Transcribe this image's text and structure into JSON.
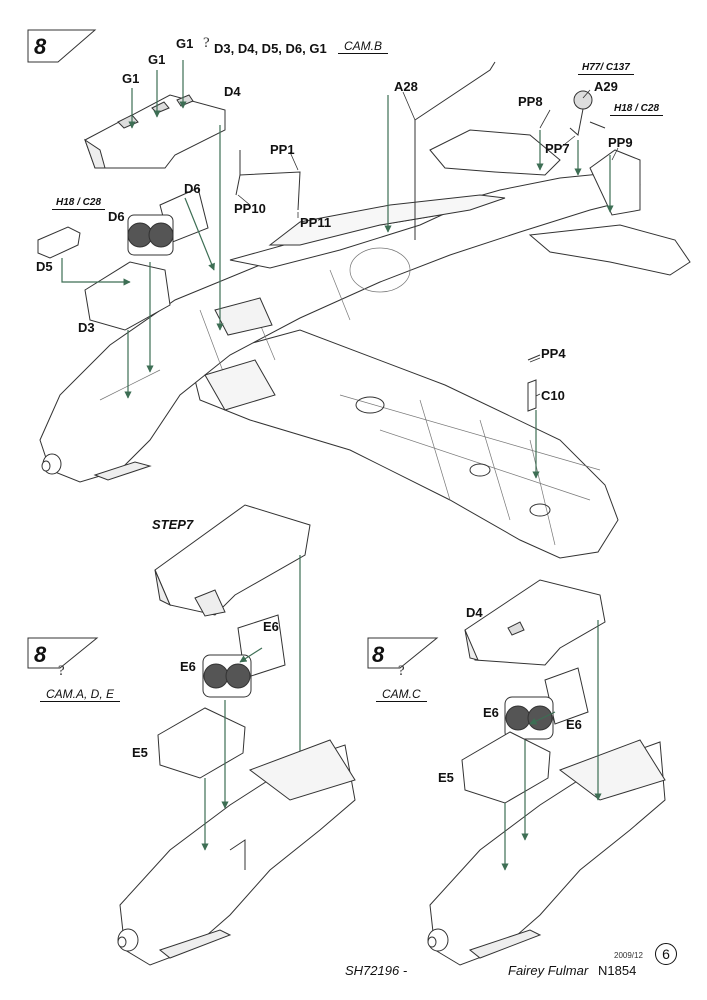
{
  "step_main": {
    "number": "8",
    "camo": "CAM.B",
    "parts_list": "D3, D4, D5, D6, G1",
    "labels": {
      "g1_a": "G1",
      "g1_b": "G1",
      "g1_c": "G1",
      "d4": "D4",
      "d6_a": "D6",
      "d6_b": "D6",
      "d5": "D5",
      "d3": "D3",
      "a28": "A28",
      "a29": "A29",
      "pp8": "PP8",
      "pp7": "PP7",
      "pp9": "PP9",
      "pp1": "PP1",
      "pp10": "PP10",
      "pp11": "PP11",
      "pp4": "PP4",
      "c10": "C10"
    },
    "tags": {
      "h18_c28_left": "H18 / C28",
      "h77_c137": "H77/ C137",
      "h18_c28_right": "H18 / C28"
    }
  },
  "step7": {
    "title": "STEP7"
  },
  "step_left": {
    "number": "8",
    "camo": "CAM.A, D, E",
    "labels": {
      "e6_a": "E6",
      "e6_b": "E6",
      "e5": "E5"
    }
  },
  "step_right": {
    "number": "8",
    "camo": "CAM.C",
    "labels": {
      "d4": "D4",
      "e6_a": "E6",
      "e6_b": "E6",
      "e5": "E5"
    }
  },
  "footer": {
    "code": "SH72196 -",
    "title": "Fairey Fulmar",
    "serial": "N1854",
    "date": "2009/12",
    "page": "6"
  },
  "colors": {
    "arrow": "#3d6e54",
    "line": "#444444"
  }
}
